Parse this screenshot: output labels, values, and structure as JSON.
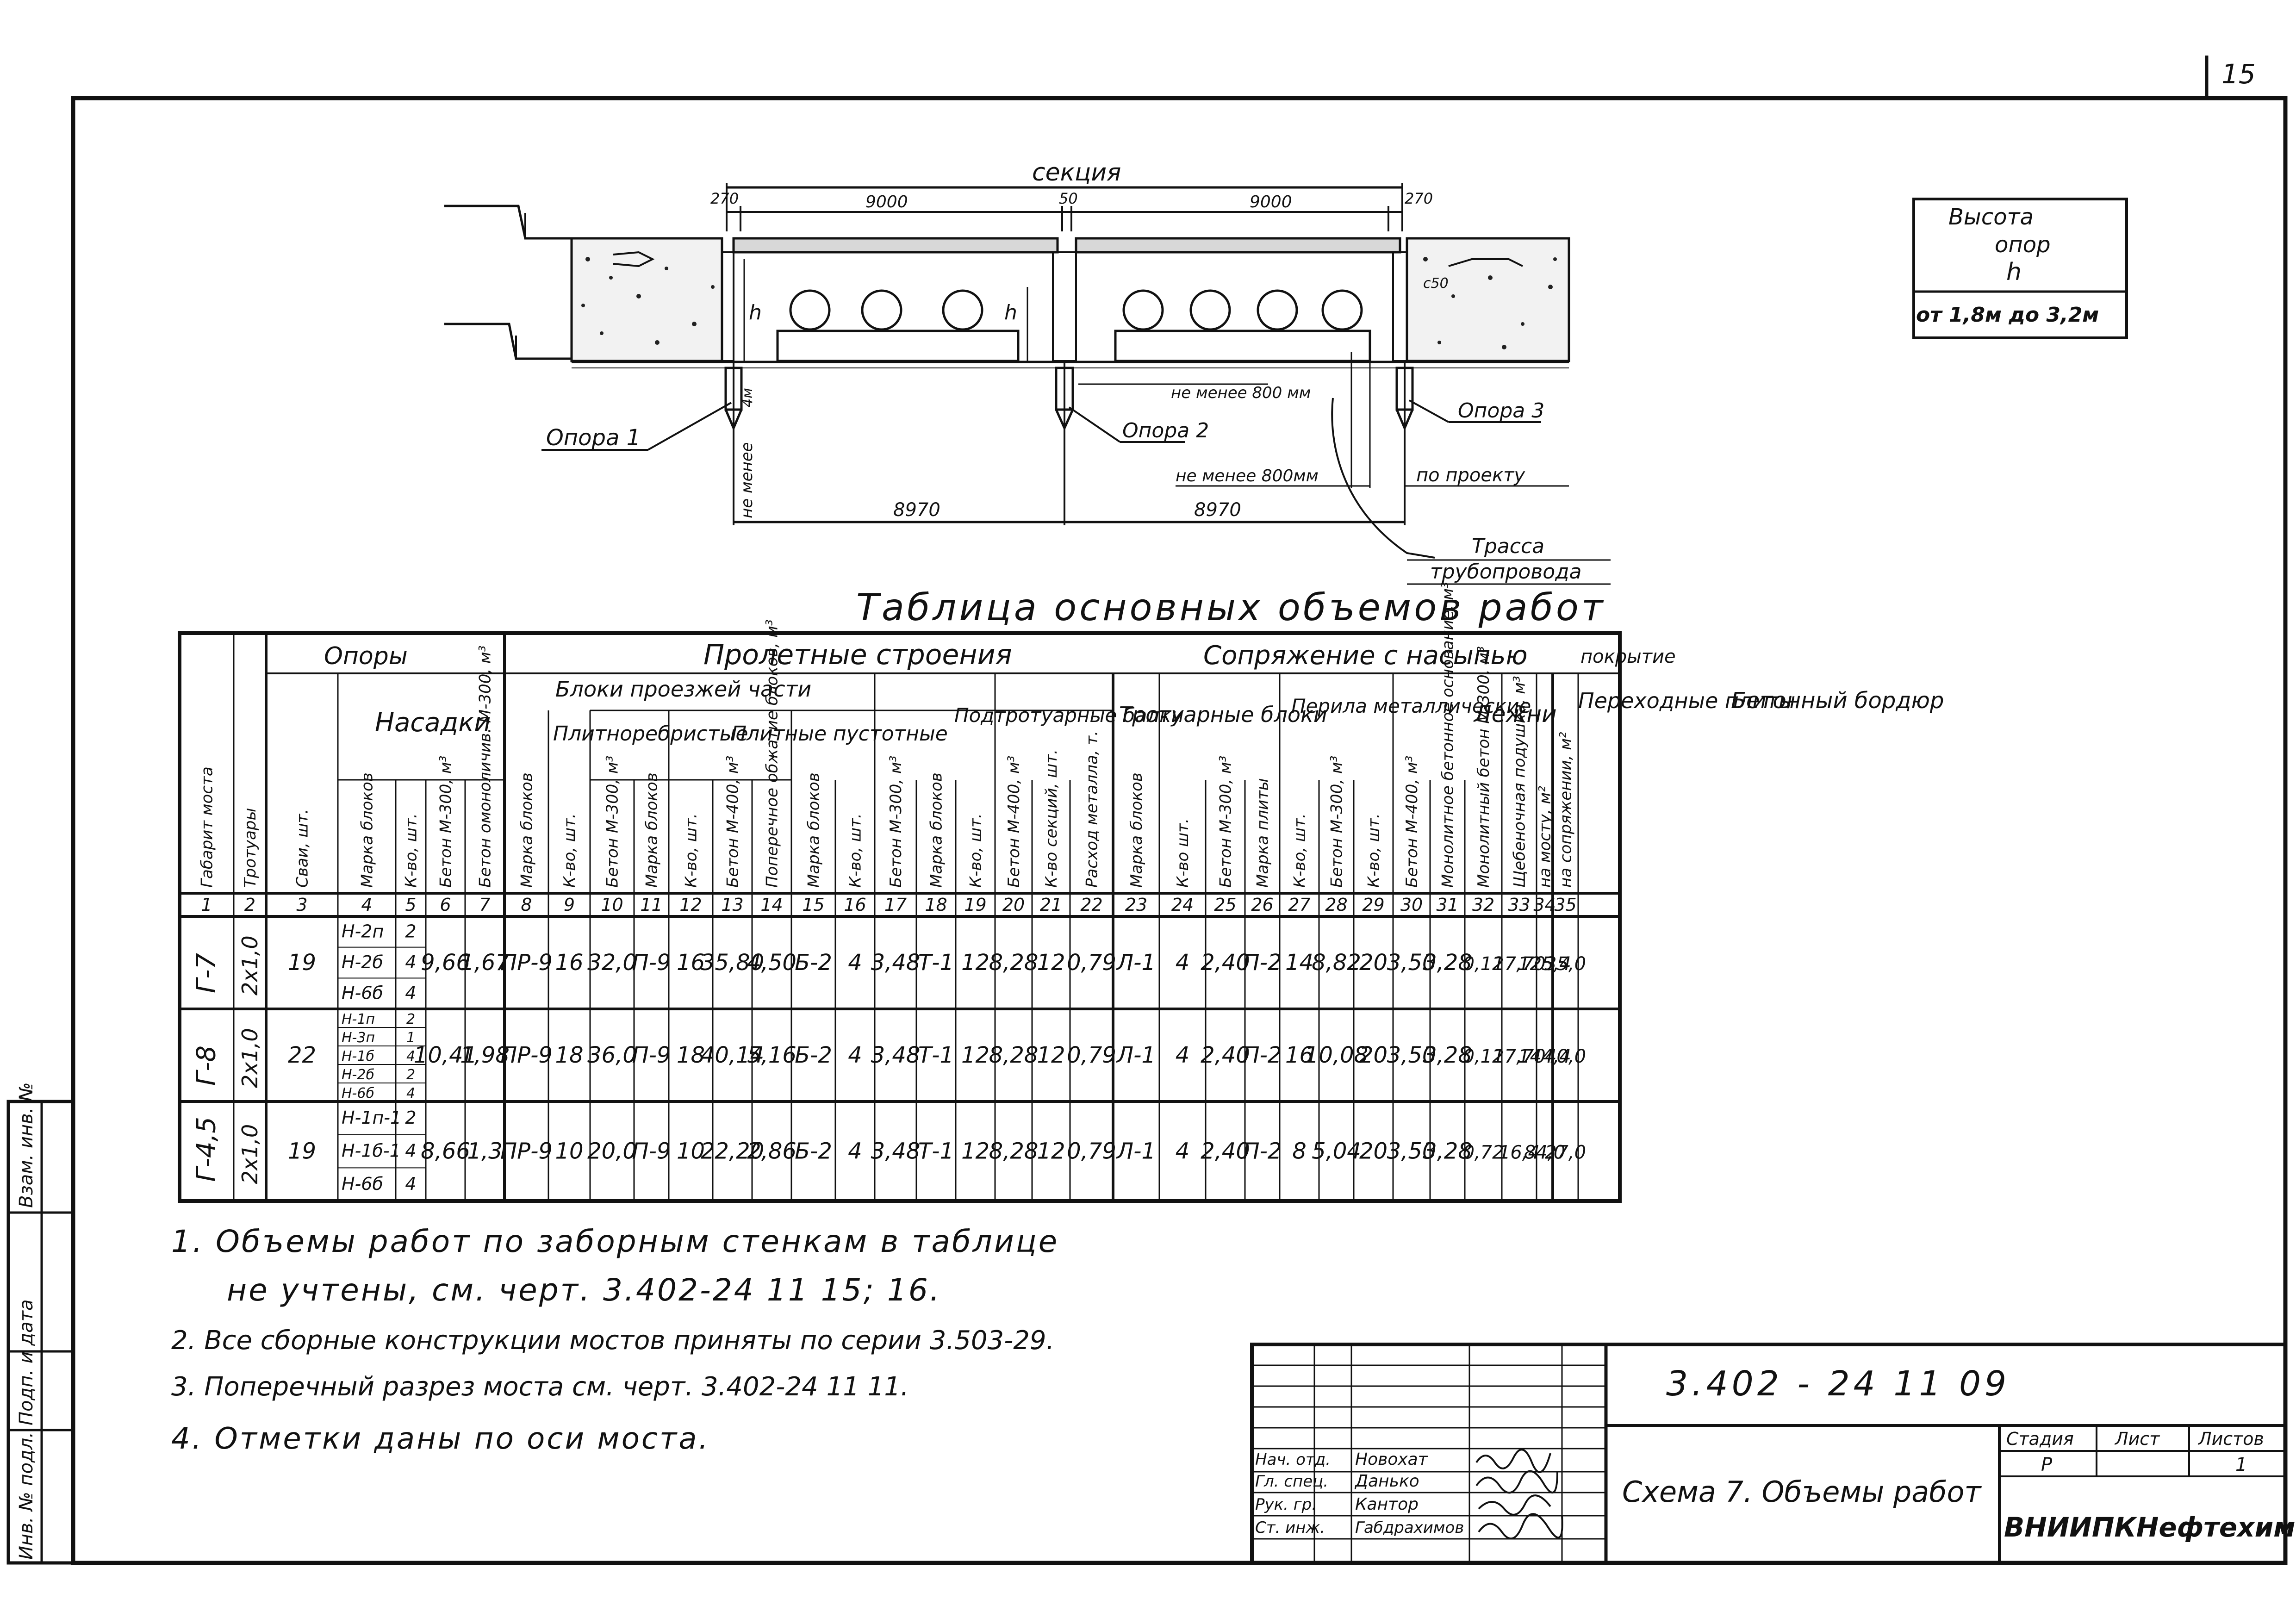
{
  "page": {
    "sheet_number": "15"
  },
  "section": {
    "title": "секция",
    "dims": {
      "end_left": "270",
      "span_left": "9000",
      "gap": "50",
      "span_right": "9000",
      "end_right": "270",
      "lower_left": "8970",
      "lower_right": "8970",
      "c50": "с50",
      "pier_depth": "4м"
    },
    "labels": {
      "h_left": "h",
      "h_right": "h",
      "support1": "Опора 1",
      "support2": "Опора 2",
      "support3": "Опора 3",
      "min800": "не менее 800 мм",
      "min800_b": "не менее 800мм",
      "min_left": "не менее",
      "per_project": "по проекту",
      "pipeline_1": "Трасса",
      "pipeline_2": "трубопровода"
    }
  },
  "height_box": {
    "line1": "Высота",
    "line2": "опор",
    "line3": "h",
    "range": "от 1,8м до 3,2м"
  },
  "table": {
    "title": "Таблица основных объемов работ",
    "groups": {
      "supports": "Опоры",
      "spans": "Пролетные строения",
      "junction": "Сопряжение с насыпью",
      "coating": "покрытие"
    },
    "subgroups": {
      "caps": "Насадки",
      "deck_blocks": "Блоки проезжей части",
      "ribbed": "Плитноребристые",
      "hollow": "Плитные пустотные",
      "curb_beams": "Подтротуарные балки",
      "sidewalk_blocks": "Тротуарные блоки",
      "railing": "Перила металлические",
      "sleepers": "Лежни",
      "transition": "Переходные плиты",
      "concrete_curb": "Бетонный бордюр"
    },
    "col_headers": [
      "Габарит моста",
      "Тротуары",
      "Сваи, шт.",
      "Марка блоков",
      "К-во, шт.",
      "Бетон М-300, м³",
      "Бетон омоноличив. М-300, м³",
      "Марка блоков",
      "К-во, шт.",
      "Бетон М-300, м³",
      "Марка блоков",
      "К-во, шт.",
      "Бетон М-400, м³",
      "Поперечное обжатие блоков, м³",
      "Марка блоков",
      "К-во, шт.",
      "Бетон М-300, м³",
      "Марка блоков",
      "К-во, шт.",
      "Бетон М-400, м³",
      "К-во секций, шт.",
      "Расход металла, т.",
      "Марка блоков",
      "К-во шт.",
      "Бетон М-300, м³",
      "Марка плиты",
      "К-во, шт.",
      "Бетон М-300, м³",
      "К-во, шт.",
      "Бетон М-400, м³",
      "Монолитное бетонное основание, м³",
      "Монолитный бетон М-300, м³",
      "Щебеночная подушка, м³",
      "на мосту, м²",
      "на сопряжении, м²"
    ],
    "col_numbers": [
      "1",
      "2",
      "3",
      "4",
      "5",
      "6",
      "7",
      "8",
      "9",
      "10",
      "11",
      "12",
      "13",
      "14",
      "15",
      "16",
      "17",
      "18",
      "19",
      "20",
      "21",
      "22",
      "23",
      "24",
      "25",
      "26",
      "27",
      "28",
      "29",
      "30",
      "31",
      "32",
      "33",
      "34",
      "35"
    ],
    "rows": [
      {
        "gauge": "Г-7",
        "sidewalk": "2х1,0",
        "piles": "19",
        "caps": [
          [
            "Н-2п",
            "2"
          ],
          [
            "Н-2б",
            "4"
          ],
          [
            "Н-6б",
            "4"
          ]
        ],
        "c6": "9,66",
        "c7": "1,67",
        "c8": "ПР-9",
        "c9": "16",
        "c10": "32,0",
        "c11": "П-9",
        "c12": "16",
        "c13": "35,80",
        "c14": "4,50",
        "c15": "Б-2",
        "c16": "4",
        "c17": "3,48",
        "c18": "Т-1",
        "c19": "12",
        "c20": "8,28",
        "c21": "12",
        "c22": "0,79",
        "c23": "Л-1",
        "c24": "4",
        "c25": "2,40",
        "c26": "П-2",
        "c27": "14",
        "c28": "8,82",
        "c29": "20",
        "c30": "3,50",
        "c31": "3,28",
        "c32": "0,12",
        "c33": "17,70",
        "c34": "125,4",
        "c35": "35,0"
      },
      {
        "gauge": "Г-8",
        "sidewalk": "2х1,0",
        "piles": "22",
        "caps": [
          [
            "Н-1п",
            "2"
          ],
          [
            "Н-3п",
            "1"
          ],
          [
            "Н-1б",
            "4"
          ],
          [
            "Н-2б",
            "2"
          ],
          [
            "Н-6б",
            "4"
          ]
        ],
        "c6": "10,41",
        "c7": "1,98",
        "c8": "ПР-9",
        "c9": "18",
        "c10": "36,0",
        "c11": "П-9",
        "c12": "18",
        "c13": "40,14",
        "c14": "5,16",
        "c15": "Б-2",
        "c16": "4",
        "c17": "3,48",
        "c18": "Т-1",
        "c19": "12",
        "c20": "8,28",
        "c21": "12",
        "c22": "0,79",
        "c23": "Л-1",
        "c24": "4",
        "c25": "2,40",
        "c26": "П-2",
        "c27": "16",
        "c28": "10,08",
        "c29": "20",
        "c30": "3,50",
        "c31": "3,28",
        "c32": "0,12",
        "c33": "17,70",
        "c34": "144,4",
        "c35": "40,0"
      },
      {
        "gauge": "Г-4,5",
        "sidewalk": "2х1,0",
        "piles": "19",
        "caps": [
          [
            "Н-1п-1",
            "2"
          ],
          [
            "Н-1б-1",
            "4"
          ],
          [
            "Н-6б",
            "4"
          ]
        ],
        "c6": "8,66",
        "c7": "1,3",
        "c8": "ПР-9",
        "c9": "10",
        "c10": "20,0",
        "c11": "П-9",
        "c12": "10",
        "c13": "22,20",
        "c14": "2,86",
        "c15": "Б-2",
        "c16": "4",
        "c17": "3,48",
        "c18": "Т-1",
        "c19": "12",
        "c20": "8,28",
        "c21": "12",
        "c22": "0,79",
        "c23": "Л-1",
        "c24": "4",
        "c25": "2,40",
        "c26": "П-2",
        "c27": "8",
        "c28": "5,04",
        "c29": "20",
        "c30": "3,50",
        "c31": "3,28",
        "c32": "0,72",
        "c33": "16,4",
        "c34": "84,0",
        "c35": "27,0"
      }
    ]
  },
  "notes": [
    "1. Объемы работ по заборным стенкам в таблице",
    "не учтены, см. черт. 3.402-24 11 15; 16.",
    "2. Все сборные конструкции мостов приняты по серии 3.503-29.",
    "3. Поперечный разрез моста см. черт. 3.402-24 11 11.",
    "4. Отметки даны по оси моста."
  ],
  "stamp": {
    "code": "3.402 - 24 11 09",
    "title": "Схема 7. Объемы работ",
    "org": "ВНИИПКНефтехим",
    "stage_label": "Стадия",
    "sheet_label": "Лист",
    "sheets_label": "Листов",
    "stage": "Р",
    "sheet": "",
    "sheets": "1",
    "people": [
      {
        "role": "Нач. отд.",
        "name": "Новохат"
      },
      {
        "role": "Гл. спец.",
        "name": "Данько"
      },
      {
        "role": "Рук. гр.",
        "name": "Кантор"
      },
      {
        "role": "Ст. инж.",
        "name": "Габдрахимов"
      }
    ]
  },
  "side_stamp": [
    "Инв. № подл.",
    "Подп. и дата",
    "Взам. инв. №"
  ]
}
